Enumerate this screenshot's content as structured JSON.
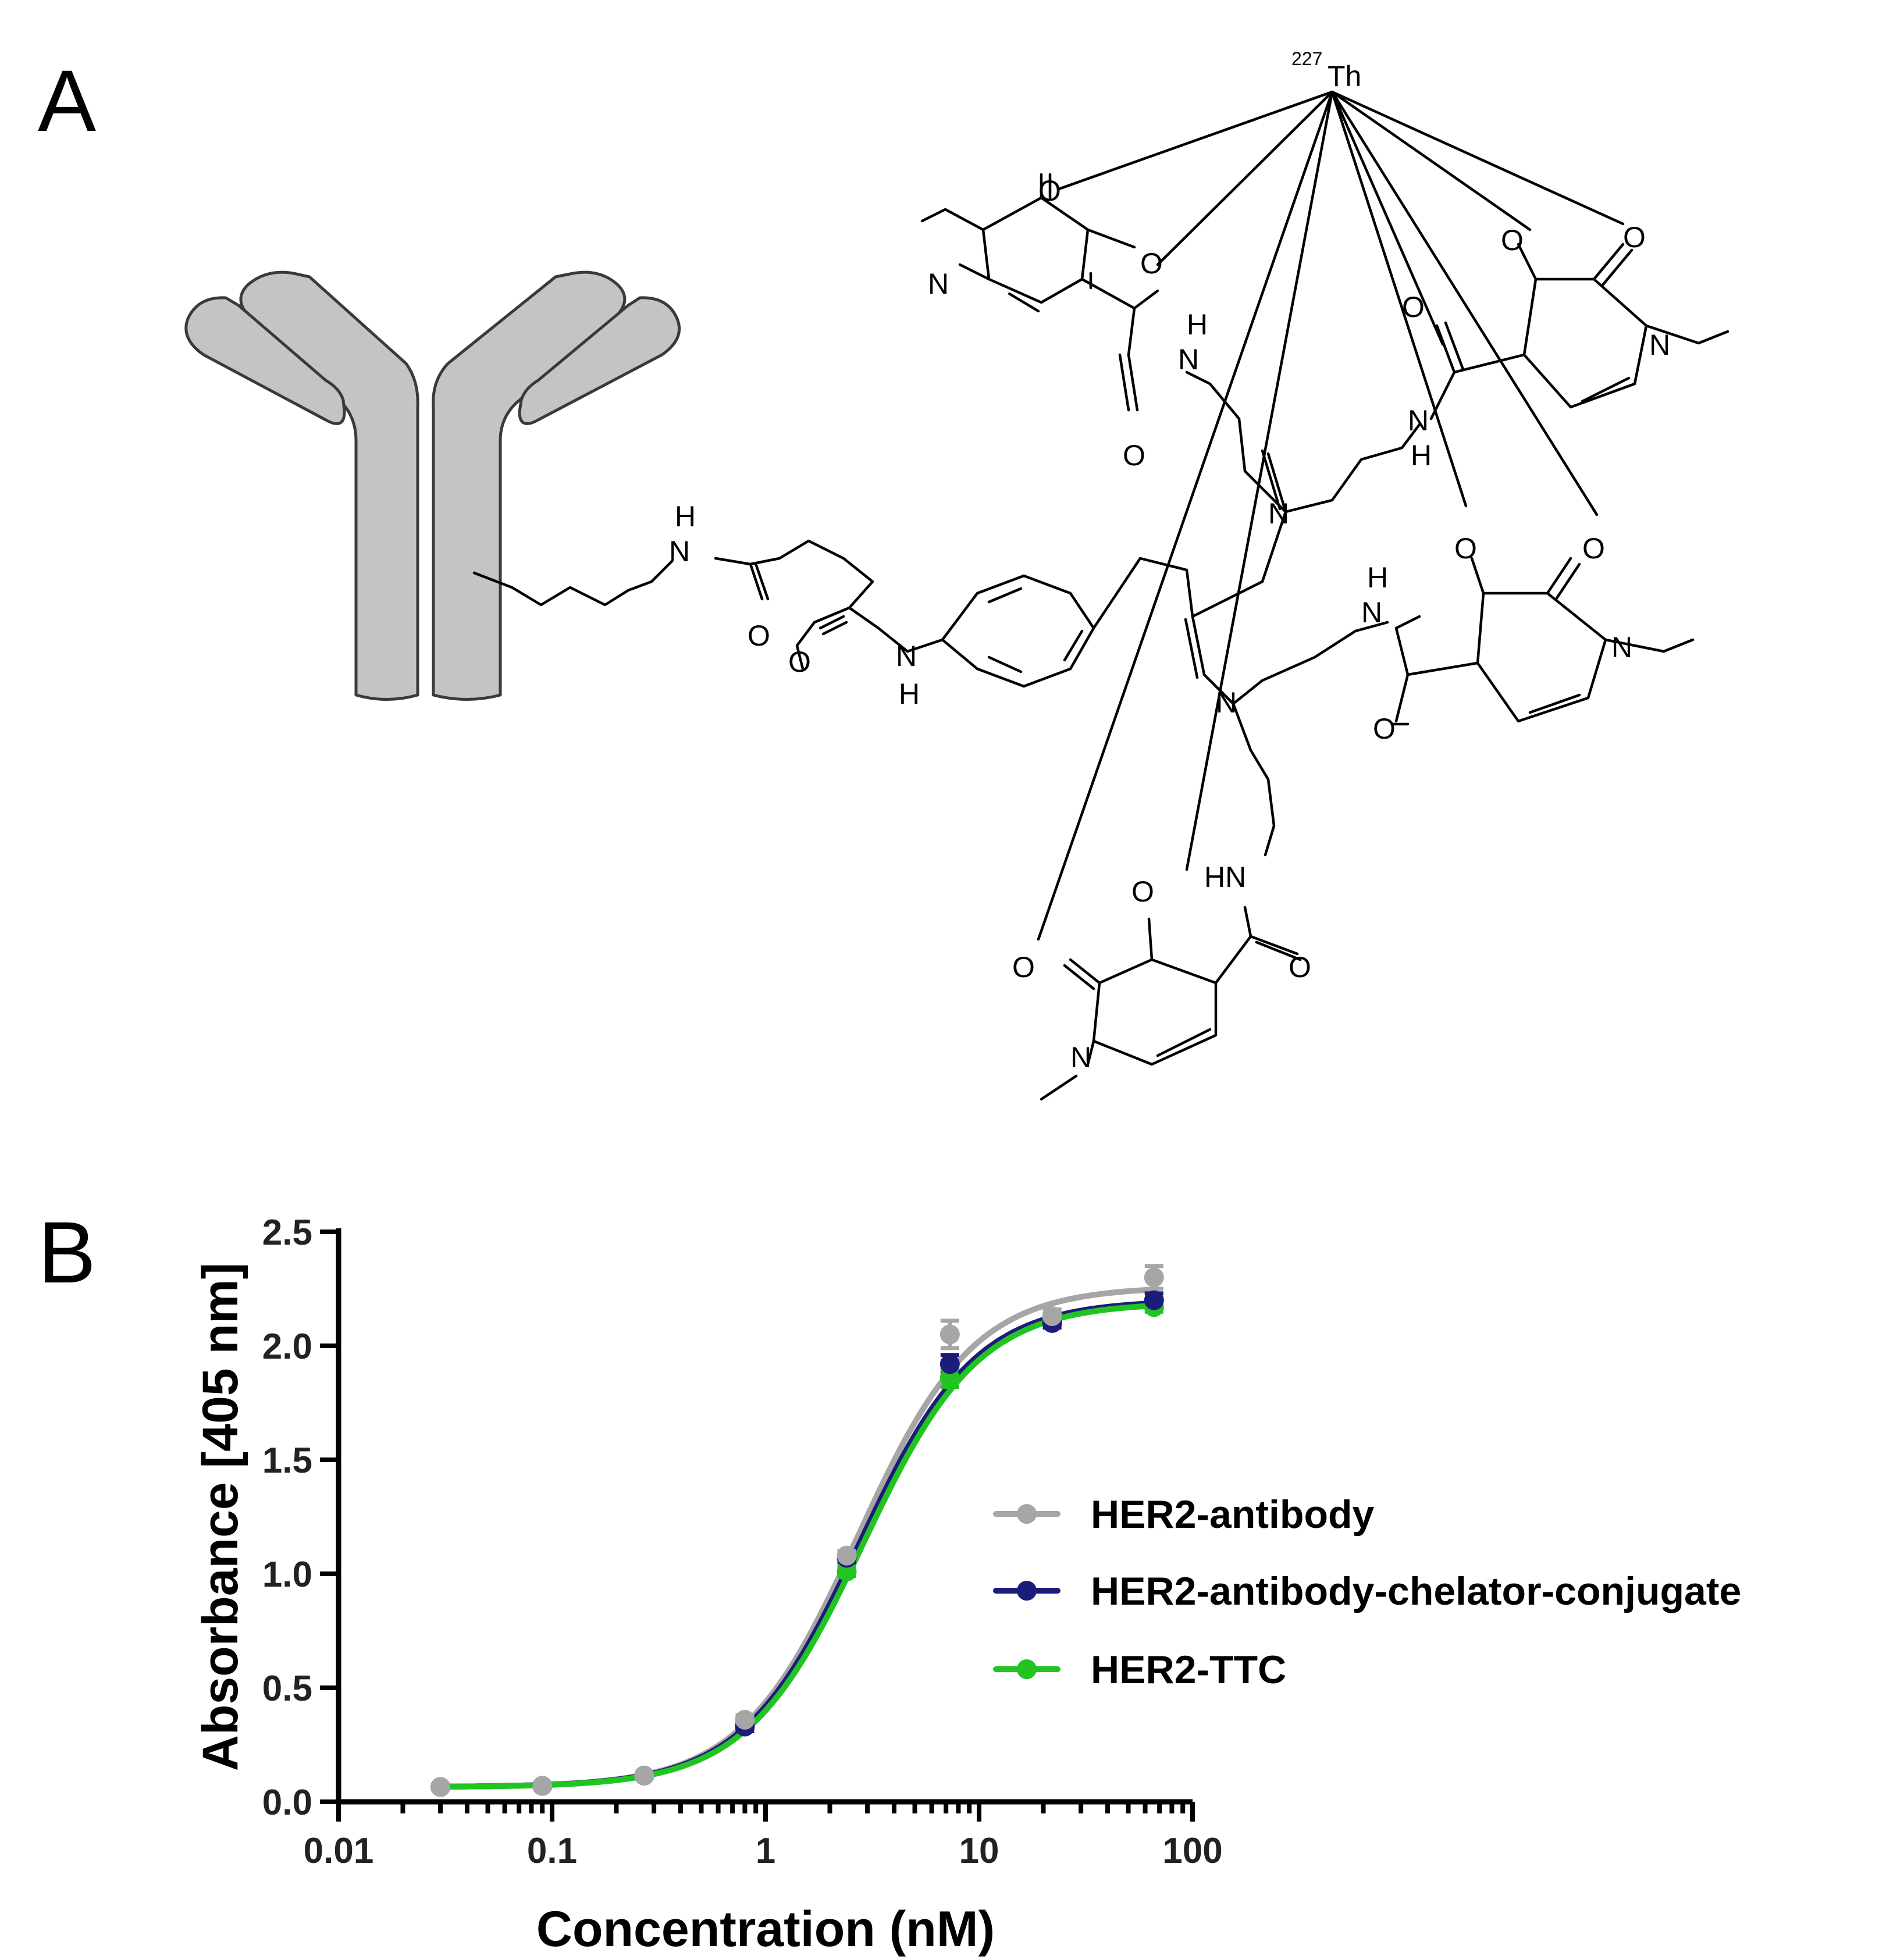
{
  "panels": {
    "a_label": "A",
    "b_label": "B"
  },
  "structure": {
    "metal_mass": "227",
    "metal_symbol": "Th",
    "icons": [
      "antibody-icon"
    ]
  },
  "chart_data": {
    "type": "line",
    "xscale": "log",
    "xlabel": "Concentration (nM)",
    "ylabel": "Absorbance [405 nm]",
    "xlim": [
      0.01,
      100
    ],
    "ylim": [
      0,
      2.5
    ],
    "xticks": [
      0.01,
      0.1,
      1,
      10,
      100
    ],
    "xtick_labels": [
      "0.01",
      "0.1",
      "1",
      "10",
      "100"
    ],
    "yticks": [
      0,
      0.5,
      1,
      1.5,
      2,
      2.5
    ],
    "ytick_labels": [
      "0.0",
      "0.5",
      "1.0",
      "1.5",
      "2.0",
      "2.5"
    ],
    "legend_position": "center-right",
    "x": [
      0.03,
      0.09,
      0.27,
      0.8,
      2.4,
      7.3,
      22,
      66
    ],
    "series": [
      {
        "name": "HER2-antibody",
        "color": "#a6a6a6",
        "values": [
          0.065,
          0.07,
          0.115,
          0.36,
          1.08,
          2.05,
          2.13,
          2.3
        ],
        "errors": [
          0.01,
          0.01,
          0.01,
          0.02,
          0.02,
          0.06,
          0.03,
          0.05
        ],
        "fit": {
          "bottom": 0.065,
          "top": 2.26,
          "ec50": 2.7,
          "hill": 1.6
        }
      },
      {
        "name": "HER2-antibody-chelator-conjugate",
        "color": "#1c1c7a",
        "values": [
          0.065,
          0.07,
          0.115,
          0.33,
          1.07,
          1.92,
          2.1,
          2.2
        ],
        "errors": [
          0.01,
          0.01,
          0.01,
          0.02,
          0.02,
          0.04,
          0.02,
          0.03
        ],
        "fit": {
          "bottom": 0.065,
          "top": 2.2,
          "ec50": 2.75,
          "hill": 1.6
        }
      },
      {
        "name": "HER2-TTC",
        "color": "#22c422",
        "values": [
          0.065,
          0.07,
          0.115,
          0.34,
          1.01,
          1.86,
          2.12,
          2.17
        ],
        "errors": [
          0.01,
          0.01,
          0.01,
          0.02,
          0.02,
          0.04,
          0.02,
          0.02
        ],
        "fit": {
          "bottom": 0.065,
          "top": 2.19,
          "ec50": 2.85,
          "hill": 1.6
        }
      }
    ]
  }
}
